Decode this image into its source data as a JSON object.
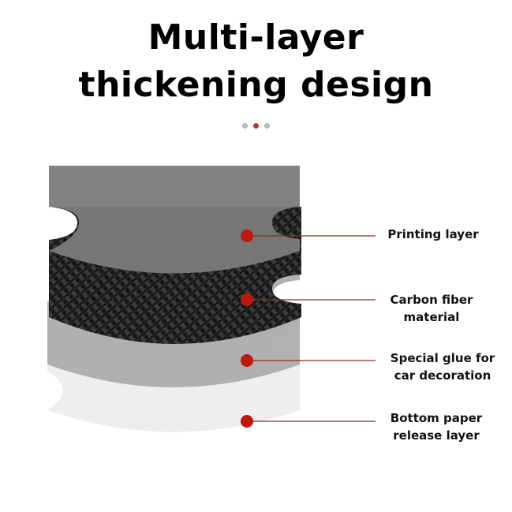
{
  "title": {
    "line1": "Multi-layer",
    "line2": "thickening design"
  },
  "pagination": {
    "count": 3,
    "active": 1,
    "active_color": "#b83a2e",
    "inactive_color": "#b8b8b8"
  },
  "layers": [
    {
      "label_line1": "Printing layer",
      "label_line2": ""
    },
    {
      "label_line1": "Carbon fiber",
      "label_line2": "material"
    },
    {
      "label_line1": "Special glue for",
      "label_line2": "car decoration"
    },
    {
      "label_line1": "Bottom paper",
      "label_line2": "release layer"
    }
  ],
  "colors": {
    "marker": "#c0180f",
    "leader_line": "#9a2a22",
    "printing_layer": "#7b7b7b",
    "carbon_fiber": "#1f1f1f",
    "glue_layer": "#a8a8a8",
    "paper_layer": "#ececec"
  }
}
